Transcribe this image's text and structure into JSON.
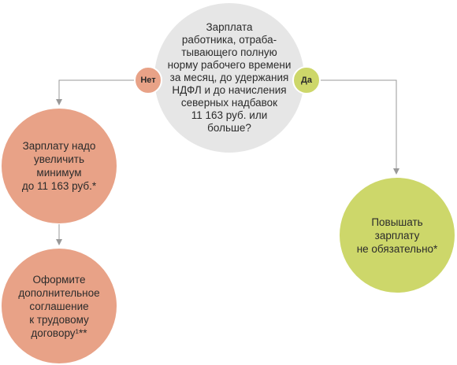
{
  "question": {
    "text": "Зарплата\nработника, отраба-\nтывающего полную\nнорму рабочего времени\nза месяц, до удержания\nНДФЛ и до начисления\nсеверных надбавок\n11 163 руб. или\nбольше?"
  },
  "branches": {
    "no_label": "Нет",
    "yes_label": "Да"
  },
  "nodes": {
    "raise_salary": "Зарплату надо\nувеличить\nминимум\nдо 11 163 руб.*",
    "agreement": "Оформите\nдополнительное\nсоглашение\nк трудовому\nдоговору¹**",
    "not_required": "Повышать\nзарплату\nне обязательно*"
  },
  "colors": {
    "question_fill": "#e6e6e6",
    "no_fill": "#e8a287",
    "yes_fill": "#cdd76a",
    "connector": "#999999"
  }
}
